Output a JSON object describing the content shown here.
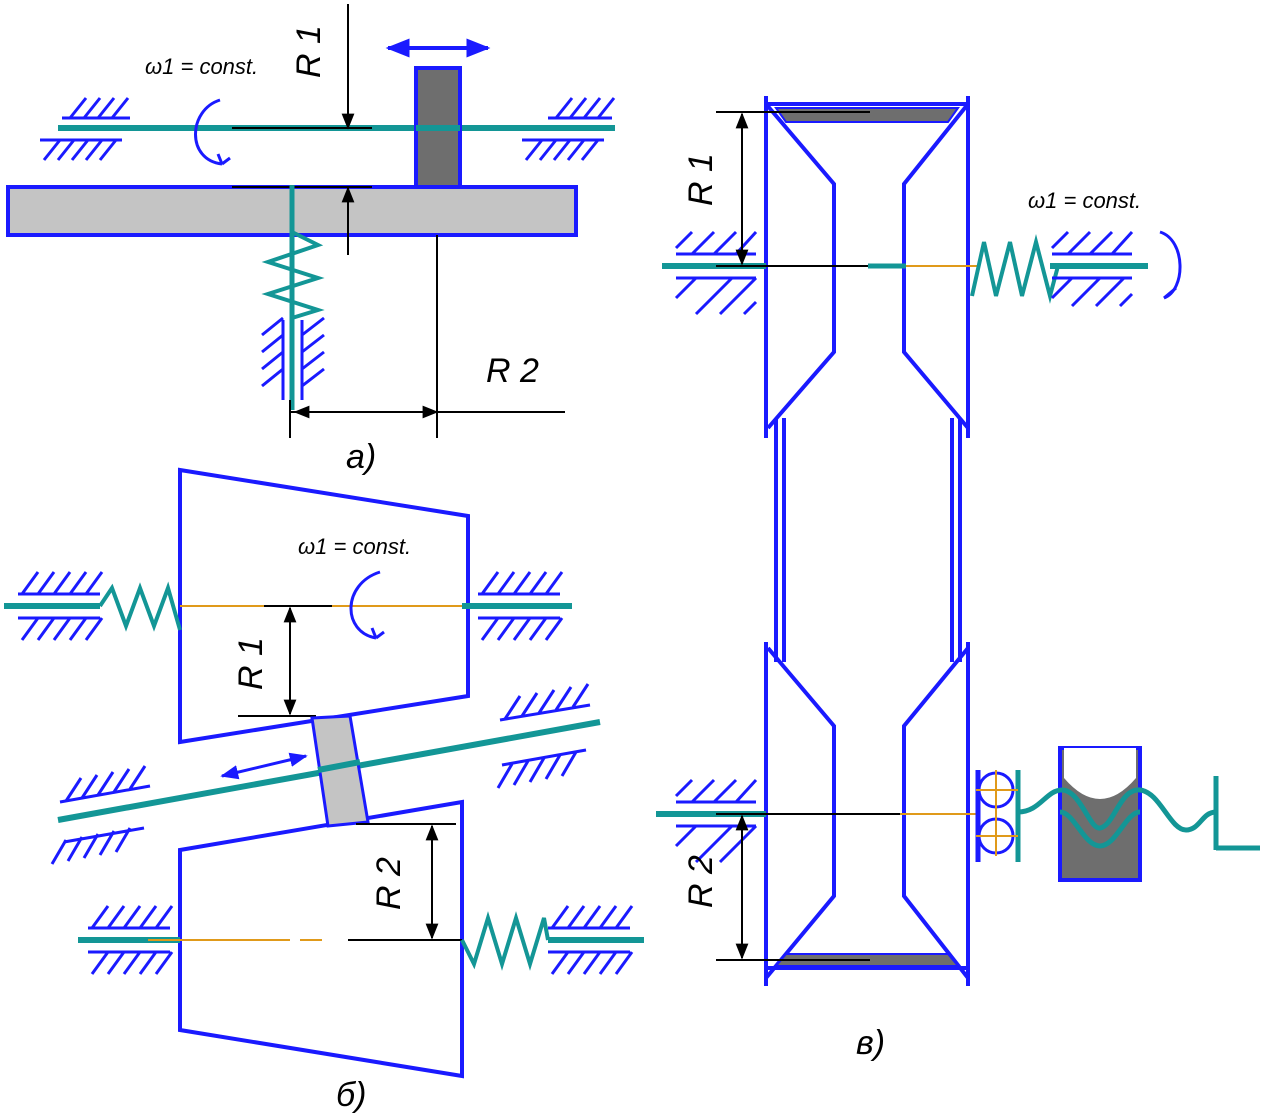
{
  "diagram_a": {
    "omega_label": "ω1 = const.",
    "r1_label": "R 1",
    "r2_label": "R 2",
    "caption": "а)"
  },
  "diagram_b": {
    "omega_label": "ω1 = const.",
    "r1_label": "R 1",
    "r2_label": "R 2",
    "caption": "б)"
  },
  "diagram_c": {
    "omega_label": "ω1 = const.",
    "r1_label": "R 1",
    "r2_label": "R 2",
    "caption": "в)"
  },
  "colors": {
    "frame": "#1a1aff",
    "shaft": "#139696",
    "fill_light": "#c4c4c4",
    "fill_dark": "#6e6e6e",
    "axis": "#e09a1a",
    "dim": "#000000"
  }
}
